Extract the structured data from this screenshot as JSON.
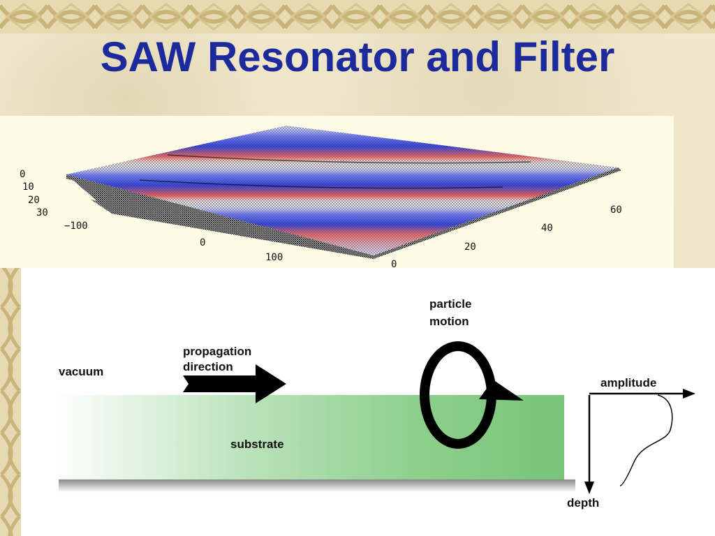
{
  "slide": {
    "title": "SAW Resonator and Filter"
  },
  "surface_plot": {
    "left_axis_ticks": [
      "0",
      "10",
      "20",
      "30"
    ],
    "front_axis_ticks": [
      "−100",
      "0",
      "100"
    ],
    "right_axis_ticks": [
      "0",
      "20",
      "40",
      "60"
    ]
  },
  "saw_diagram": {
    "vacuum_label": "vacuum",
    "propagation_label_line1": "propagation",
    "propagation_label_line2": "direction",
    "particle_label_line1": "particle",
    "particle_label_line2": "motion",
    "substrate_label": "substrate",
    "amplitude_label": "amplitude",
    "depth_label": "depth"
  },
  "colors": {
    "title": "#1c2a9c",
    "substrate": "#7cc67c",
    "wave_blue": "#2030d0",
    "wave_red": "#e03030"
  }
}
